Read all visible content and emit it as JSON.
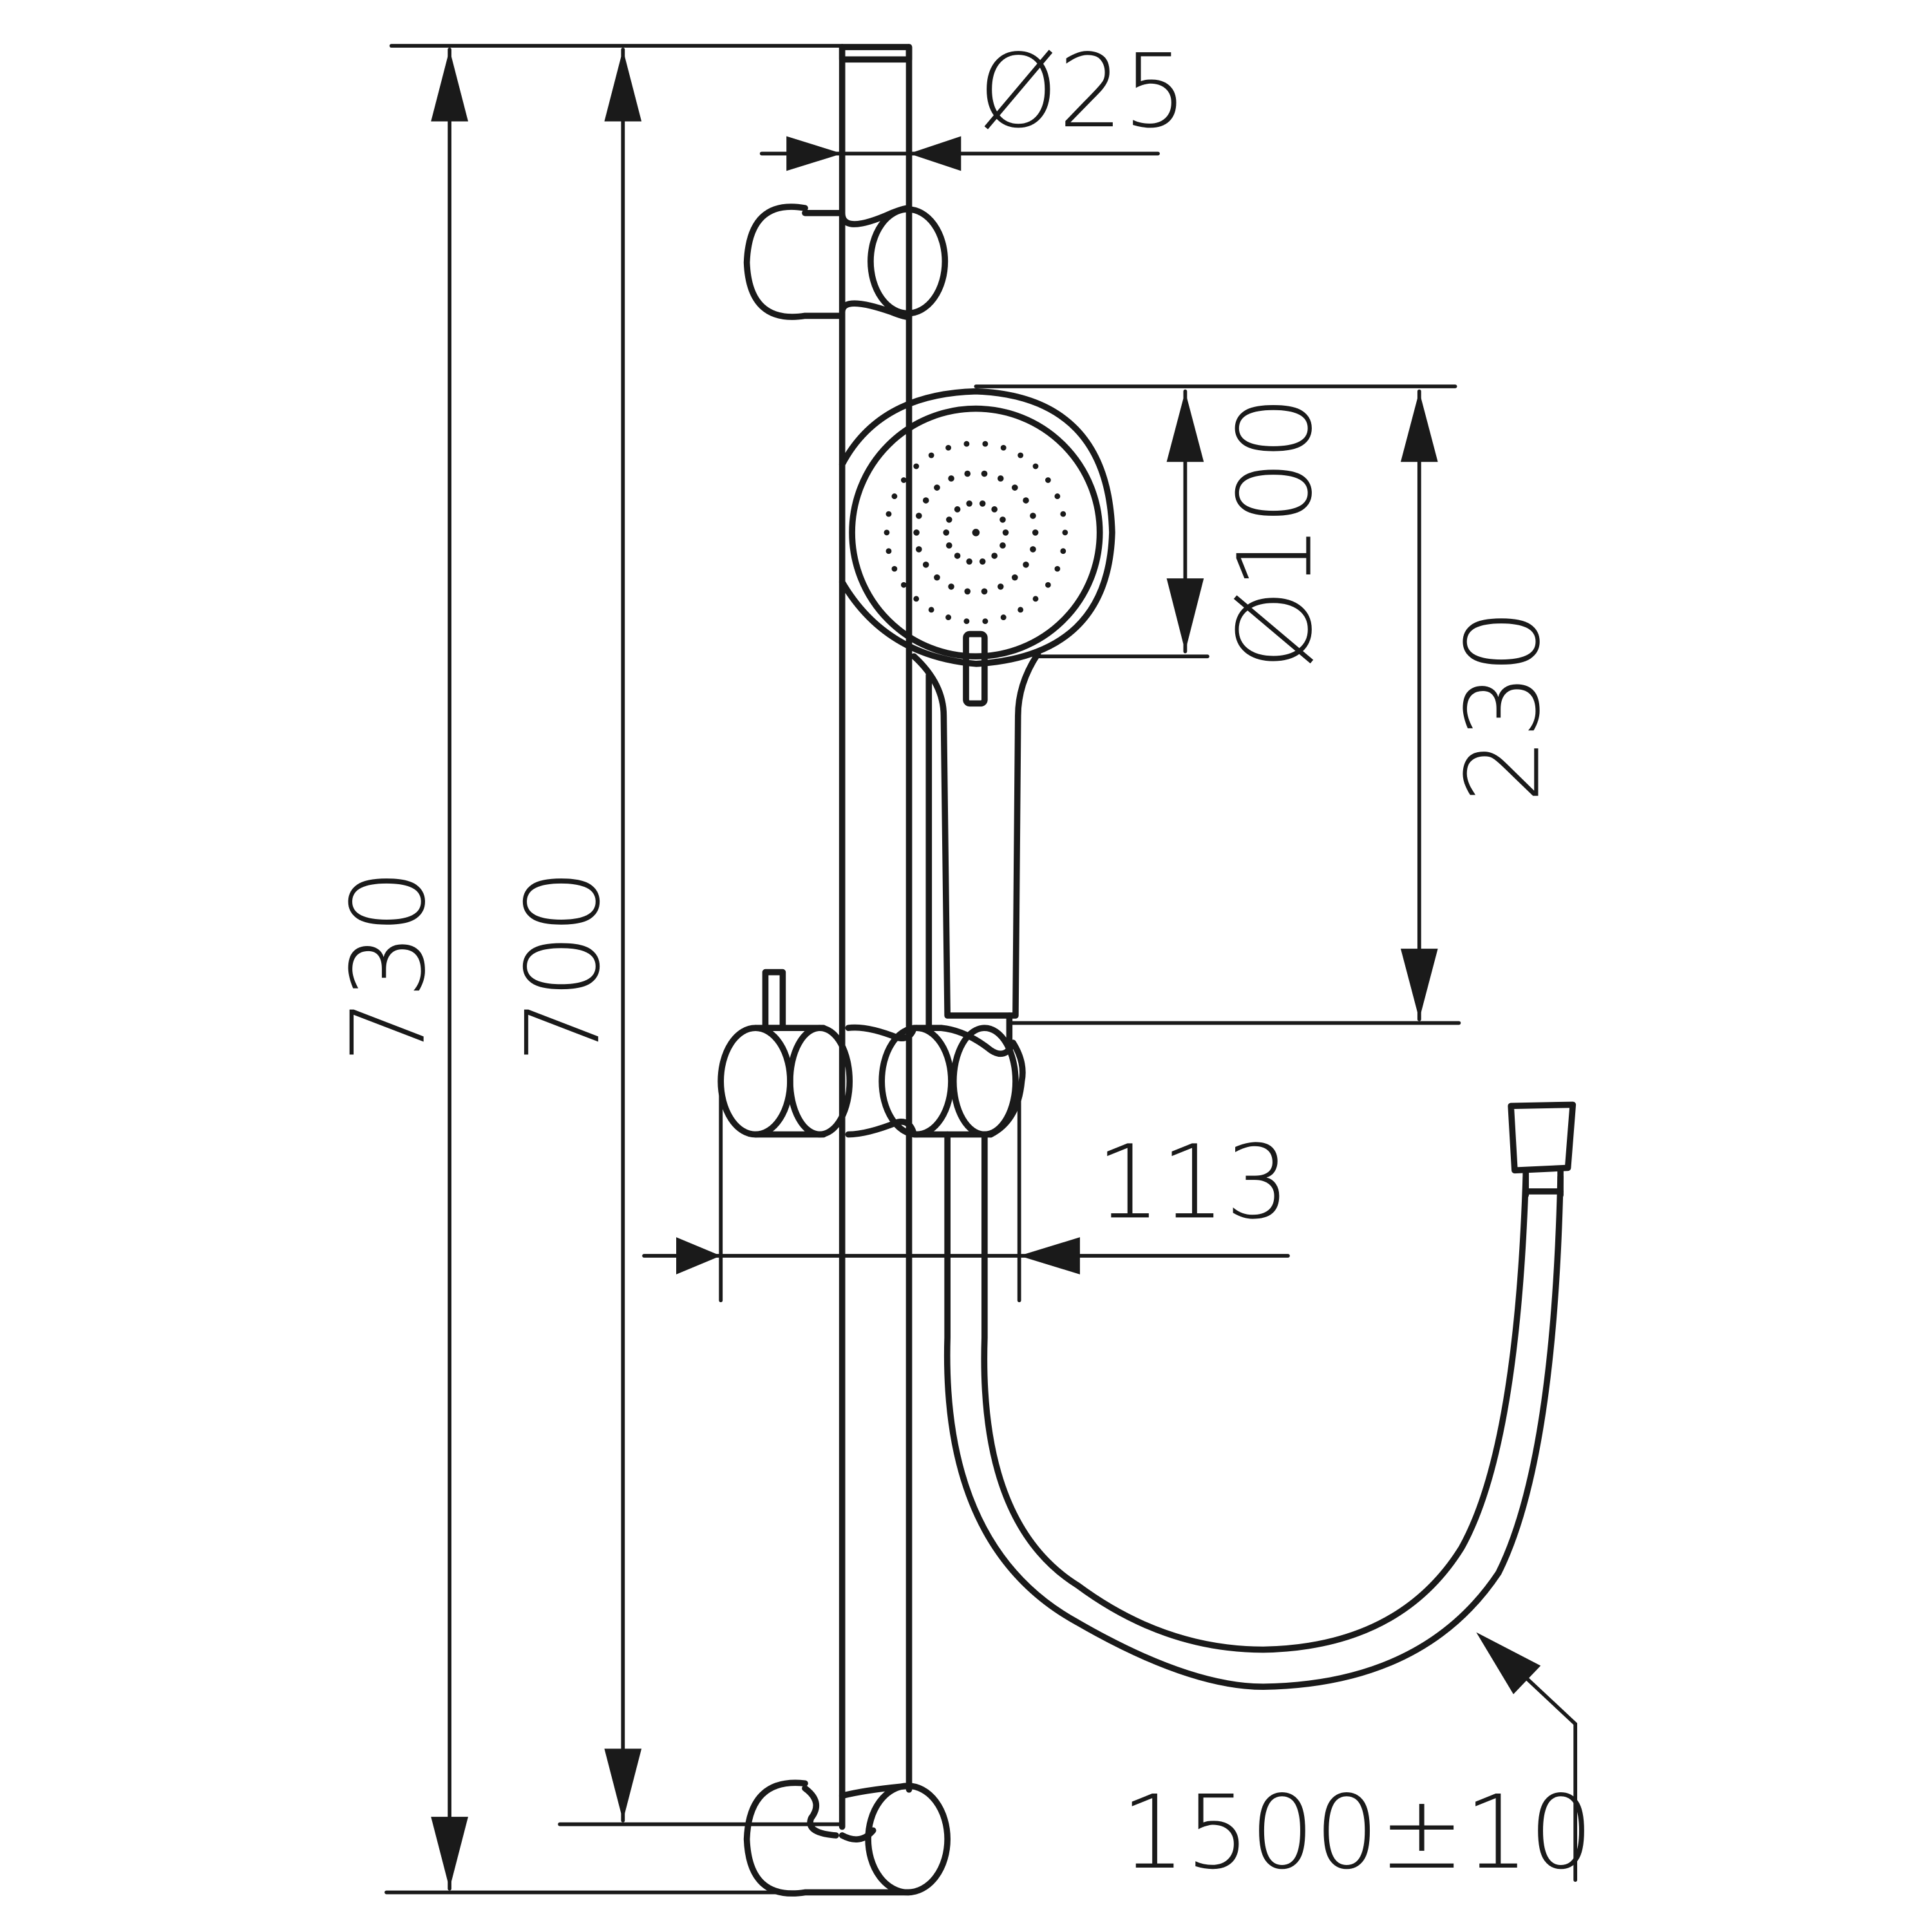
{
  "drawing": {
    "labels": {
      "total_height": "730",
      "rail_length": "700",
      "rail_diameter": "Ø25",
      "head_diameter": "Ø100",
      "handshower_length": "230",
      "slider_depth": "113",
      "hose_length": "1500±10"
    },
    "colors": {
      "line": "#1a1a1a",
      "background": "#ffffff"
    }
  }
}
